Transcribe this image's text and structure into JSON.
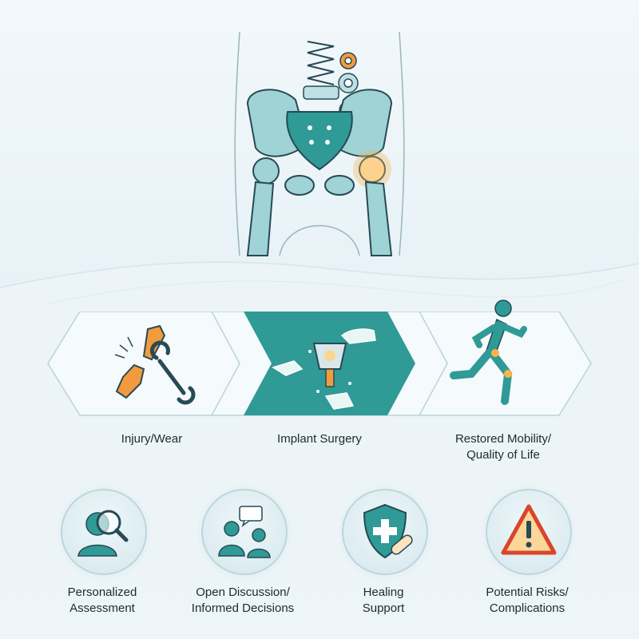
{
  "flow": {
    "stages": [
      {
        "label": "Injury/Wear",
        "icon": "broken-bone-wrench-icon"
      },
      {
        "label": "Implant Surgery",
        "icon": "implant-hands-icon"
      },
      {
        "label_line1": "Restored Mobility/",
        "label_line2": "Quality of Life",
        "icon": "running-person-icon"
      }
    ]
  },
  "considerations": [
    {
      "line1": "Personalized",
      "line2": "Assessment",
      "icon": "person-magnifier-icon"
    },
    {
      "line1": "Open Discussion/",
      "line2": "Informed Decisions",
      "icon": "doctor-patient-chat-icon"
    },
    {
      "line1": "Healing",
      "line2": "Support",
      "icon": "shield-cross-bandage-icon"
    },
    {
      "line1": "Potential Risks/",
      "line2": "Complications",
      "icon": "warning-triangle-icon"
    }
  ],
  "colors": {
    "teal": "#2f9a96",
    "teal_dark": "#1f6f6d",
    "orange": "#f29a3e",
    "outline": "#274a55",
    "red_warning": "#d9452b"
  }
}
